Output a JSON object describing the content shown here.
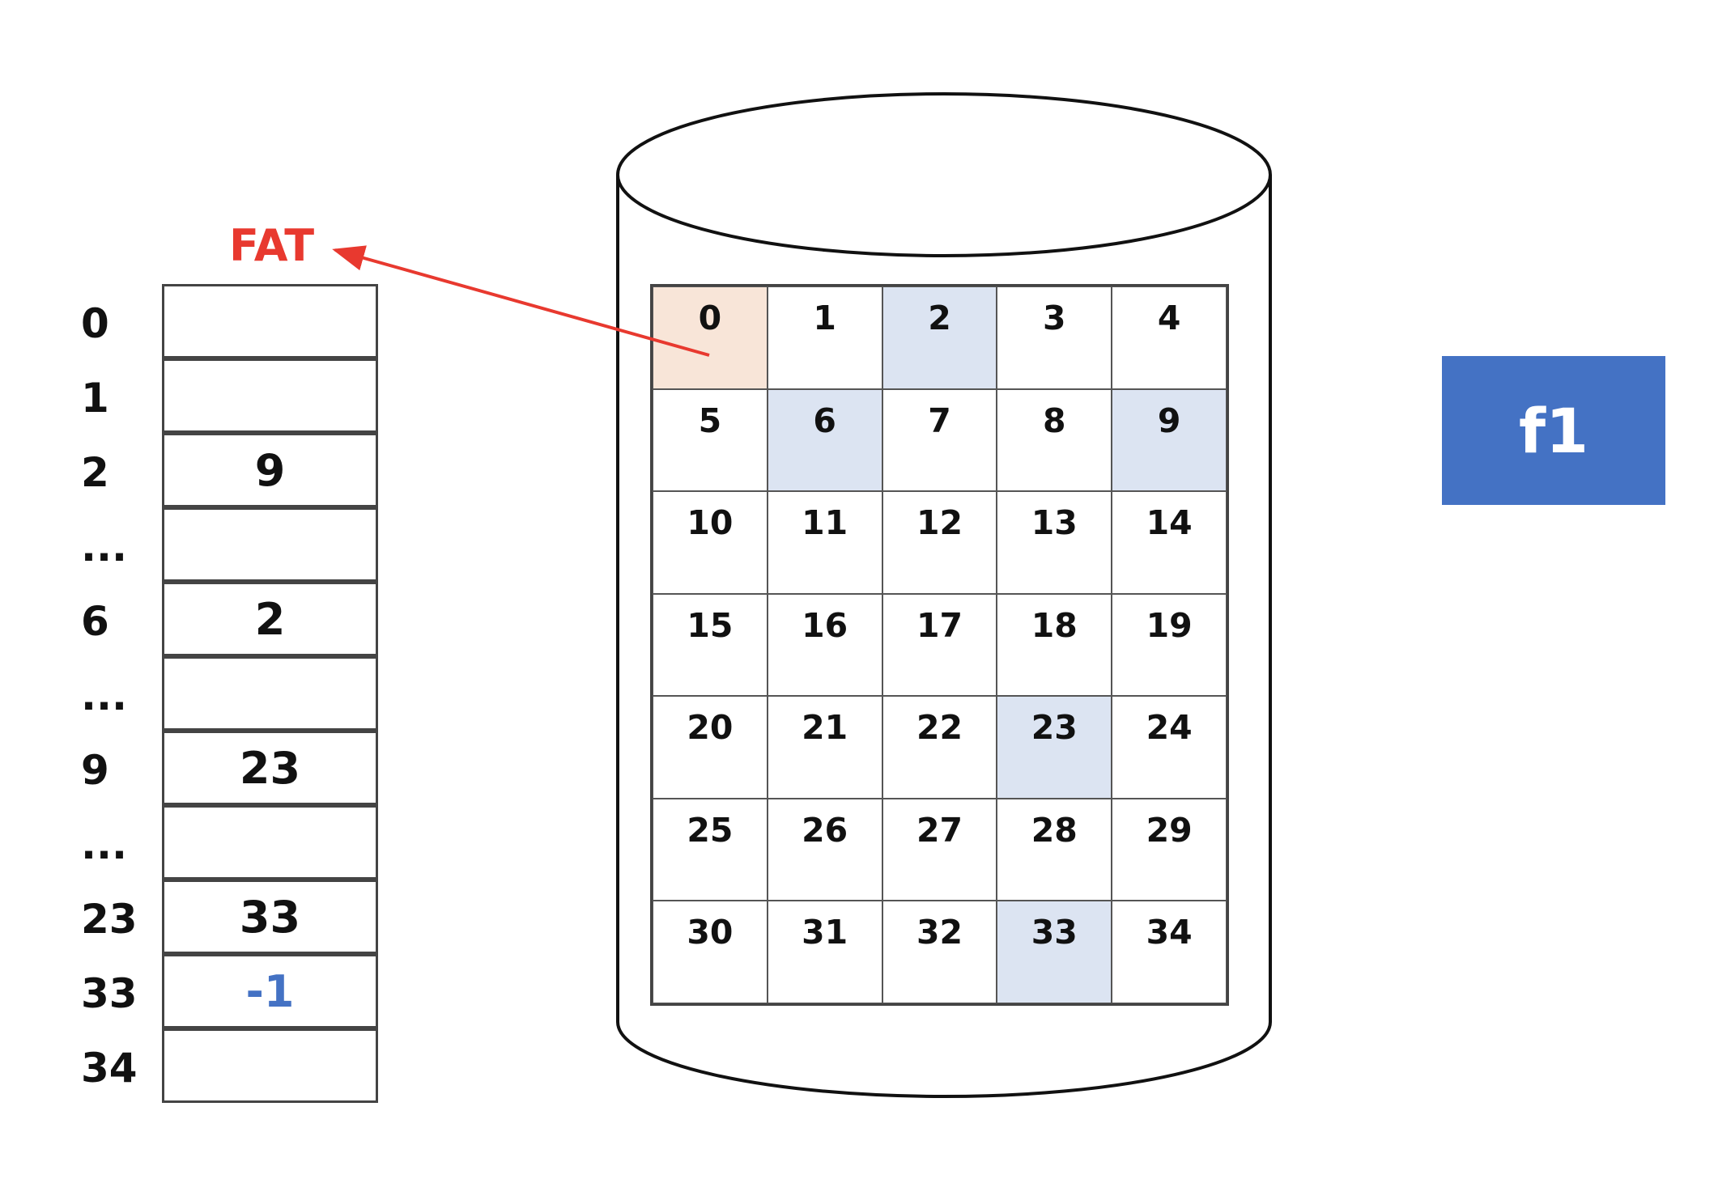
{
  "fat_label": "FAT",
  "file": {
    "name": "f1",
    "color": "#4472c4"
  },
  "fat_rows": [
    {
      "index": "0",
      "value": ""
    },
    {
      "index": "1",
      "value": ""
    },
    {
      "index": "2",
      "value": "9"
    },
    {
      "index": "...",
      "value": ""
    },
    {
      "index": "6",
      "value": "2"
    },
    {
      "index": "...",
      "value": ""
    },
    {
      "index": "9",
      "value": "23"
    },
    {
      "index": "...",
      "value": ""
    },
    {
      "index": "23",
      "value": "33"
    },
    {
      "index": "33",
      "value": "-1"
    },
    {
      "index": "34",
      "value": ""
    }
  ],
  "disk_blocks": [
    "0",
    "1",
    "2",
    "3",
    "4",
    "5",
    "6",
    "7",
    "8",
    "9",
    "10",
    "11",
    "12",
    "13",
    "14",
    "15",
    "16",
    "17",
    "18",
    "19",
    "20",
    "21",
    "22",
    "23",
    "24",
    "25",
    "26",
    "27",
    "28",
    "29",
    "30",
    "31",
    "32",
    "33",
    "34"
  ],
  "boot_block": "0",
  "used_blocks": [
    "2",
    "6",
    "9",
    "23",
    "33"
  ],
  "colors": {
    "fat_label": "#e8392f",
    "boot_fill": "#f8e5d8",
    "used_fill": "#dce4f2",
    "end_marker": "#4472c4"
  }
}
